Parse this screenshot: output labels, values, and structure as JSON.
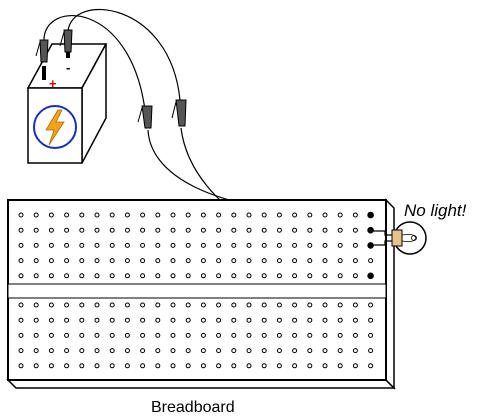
{
  "labels": {
    "breadboard": "Breadboard",
    "lamp_status": "No light!",
    "battery_positive": "+",
    "battery_negative": "-"
  },
  "breadboard": {
    "upper_rows": 5,
    "lower_rows": 5,
    "columns": 24
  },
  "colors": {
    "outline": "#000000",
    "bolt": "#f4a21a",
    "bolt_ring": "#1a2fb8",
    "plus_sign": "#d40000",
    "lamp_socket": "#e6c28e"
  },
  "icons": {
    "battery_symbol": "lightning-bolt-icon",
    "clip": "alligator-clip-icon",
    "lamp": "light-bulb-icon"
  }
}
